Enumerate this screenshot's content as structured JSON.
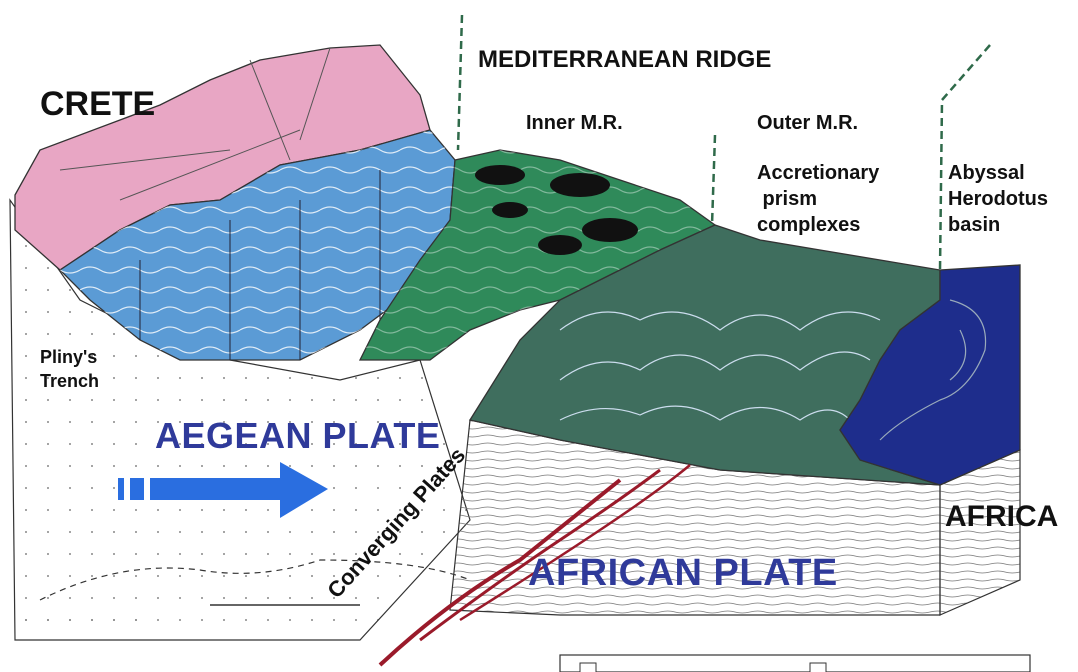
{
  "labels": {
    "crete": "CRETE",
    "mediterranean_ridge": "MEDITERRANEAN RIDGE",
    "inner_mr": "Inner M.R.",
    "outer_mr": "Outer M.R.",
    "accretionary": "Accretionary\n prism\ncomplexes",
    "abyssal": "Abyssal\nHerodotus\nbasin",
    "plinys_trench": "Pliny's\nTrench",
    "aegean_plate": "AEGEAN PLATE",
    "african_plate": "AFRICAN PLATE",
    "africa": "AFRICA",
    "converging_plates": "Converging Plates"
  },
  "colors": {
    "crete_pink": "#e8a6c4",
    "aegean_blue": "#5b9bd5",
    "inner_ridge_green": "#2f8a5a",
    "outer_ridge_green": "#3f6e5e",
    "abyssal_navy": "#1e2d8c",
    "plate_label": "#2f3a9a",
    "arrow_blue": "#2a6ee0",
    "subduction_red": "#9a1a2a"
  },
  "icons": {
    "motion_arrow": "right-arrow-icon"
  }
}
